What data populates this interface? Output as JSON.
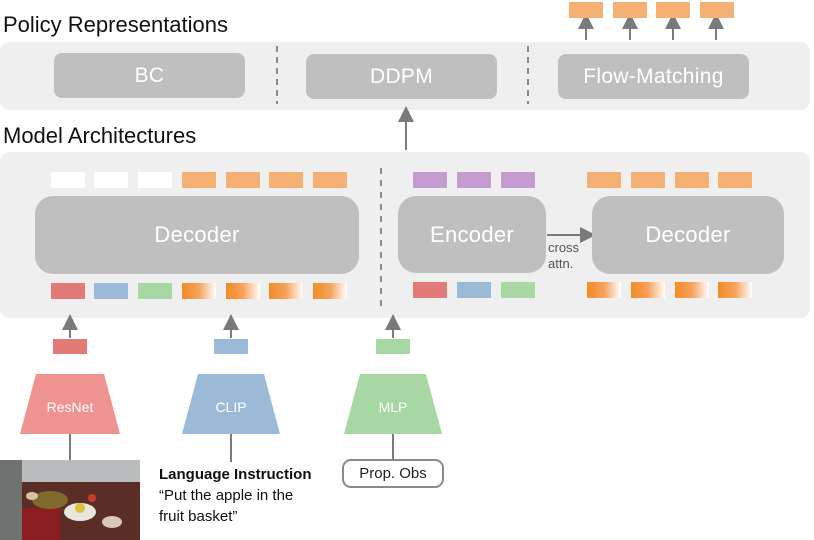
{
  "sections": {
    "policy_heading": "Policy Representations",
    "arch_heading": "Model Architectures"
  },
  "policy": {
    "bc": "BC",
    "ddpm": "DDPM",
    "flow": "Flow-Matching"
  },
  "arch": {
    "decoder_left": "Decoder",
    "encoder": "Encoder",
    "decoder_right": "Decoder",
    "cross_attn_line1": "cross",
    "cross_attn_line2": "attn."
  },
  "encoders": {
    "resnet": "ResNet",
    "clip": "CLIP",
    "mlp": "MLP"
  },
  "inputs": {
    "prop_obs": "Prop. Obs",
    "instruction_title": "Language Instruction",
    "instruction_line1": "“Put the apple in the",
    "instruction_line2": "fruit basket”"
  },
  "colors": {
    "action_token": "#f5b073",
    "noise_token": "#c39bd0",
    "image_token": "#e27a78",
    "language_token": "#9bbad8",
    "proprio_token": "#a7d7a2",
    "module": "#bfbfbf",
    "panel": "#efefef"
  }
}
